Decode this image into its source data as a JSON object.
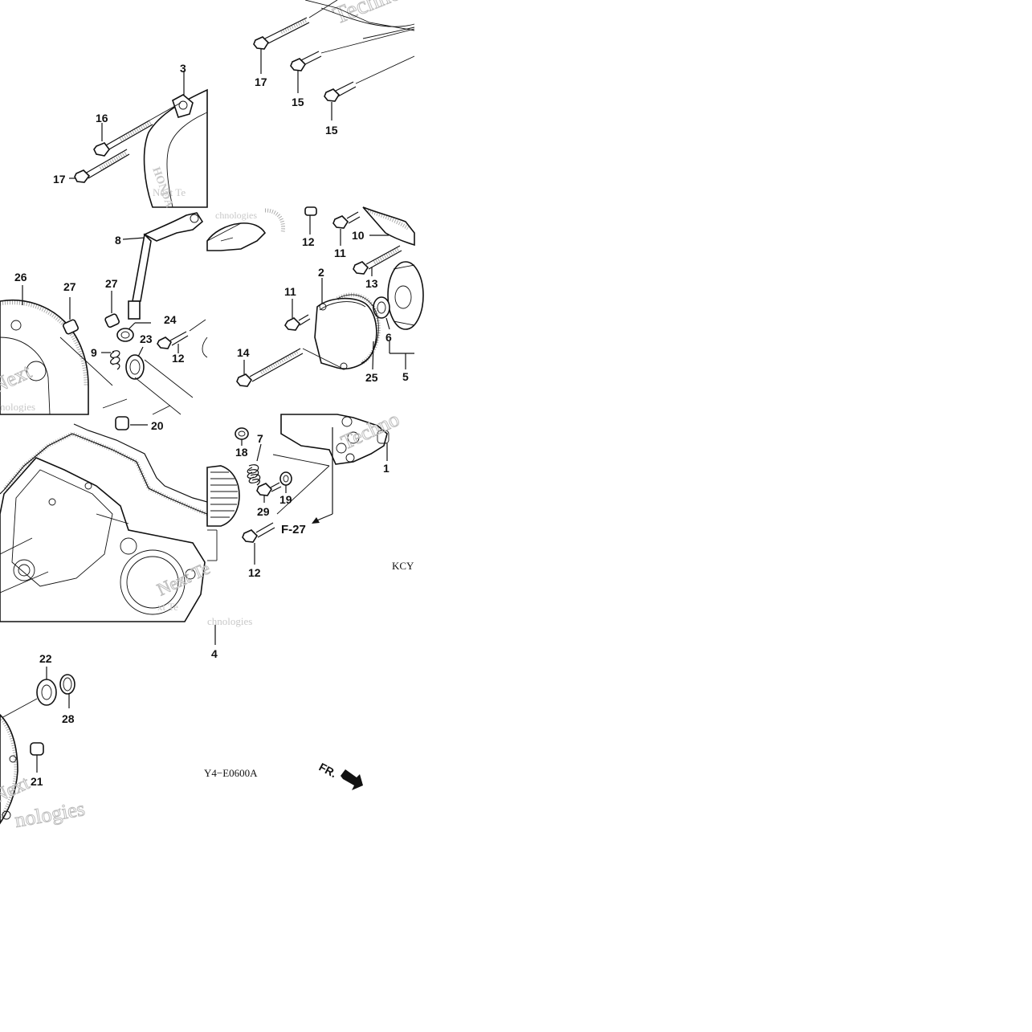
{
  "diagram": {
    "callouts": {
      "c1": "1",
      "c2": "2",
      "c3": "3",
      "c4": "4",
      "c5": "5",
      "c6": "6",
      "c7": "7",
      "c8": "8",
      "c9": "9",
      "c10": "10",
      "c11a": "11",
      "c11b": "11",
      "c12a": "12",
      "c12b": "12",
      "c12c": "12",
      "c13": "13",
      "c14": "14",
      "c15a": "15",
      "c15b": "15",
      "c16": "16",
      "c17a": "17",
      "c17b": "17",
      "c18": "18",
      "c19": "19",
      "c20": "20",
      "c21": "21",
      "c22": "22",
      "c23": "23",
      "c24": "24",
      "c25": "25",
      "c26": "26",
      "c27a": "27",
      "c27b": "27",
      "c28": "28",
      "c29": "29"
    },
    "reference": "F-27",
    "fragment_code_top": "KCY",
    "fragment_code_bottom": "Y4−E0600A",
    "front_marker": "FR.",
    "watermark_text": "Technologies",
    "watermark_fragments": [
      "Techno",
      "Next Te",
      "Next",
      "chnologies",
      "nologies",
      "xt Te"
    ]
  }
}
